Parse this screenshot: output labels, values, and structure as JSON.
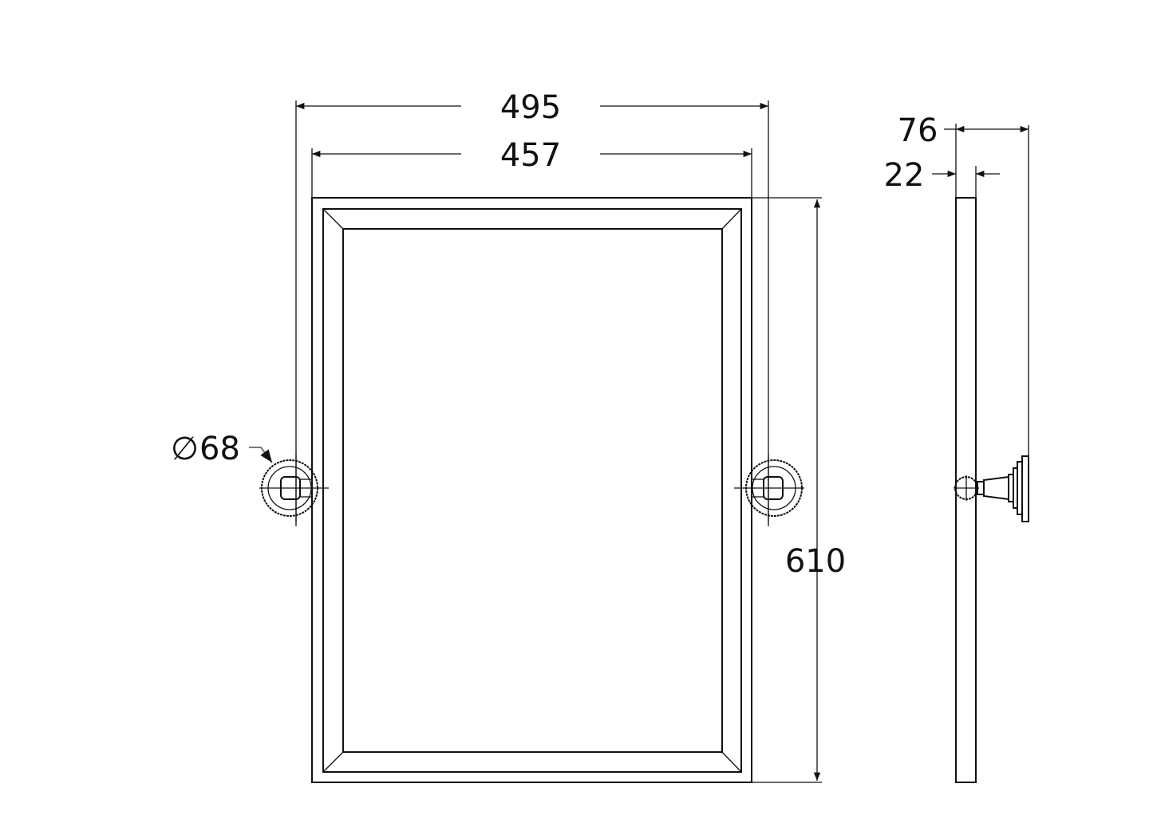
{
  "dimensions": {
    "overall_width": "495",
    "frame_width": "457",
    "height": "610",
    "bracket_diameter": "68",
    "diameter_symbol": "∅",
    "depth_overall": "76",
    "frame_depth": "22"
  },
  "line_color": "#111111",
  "background_color": "#ffffff"
}
